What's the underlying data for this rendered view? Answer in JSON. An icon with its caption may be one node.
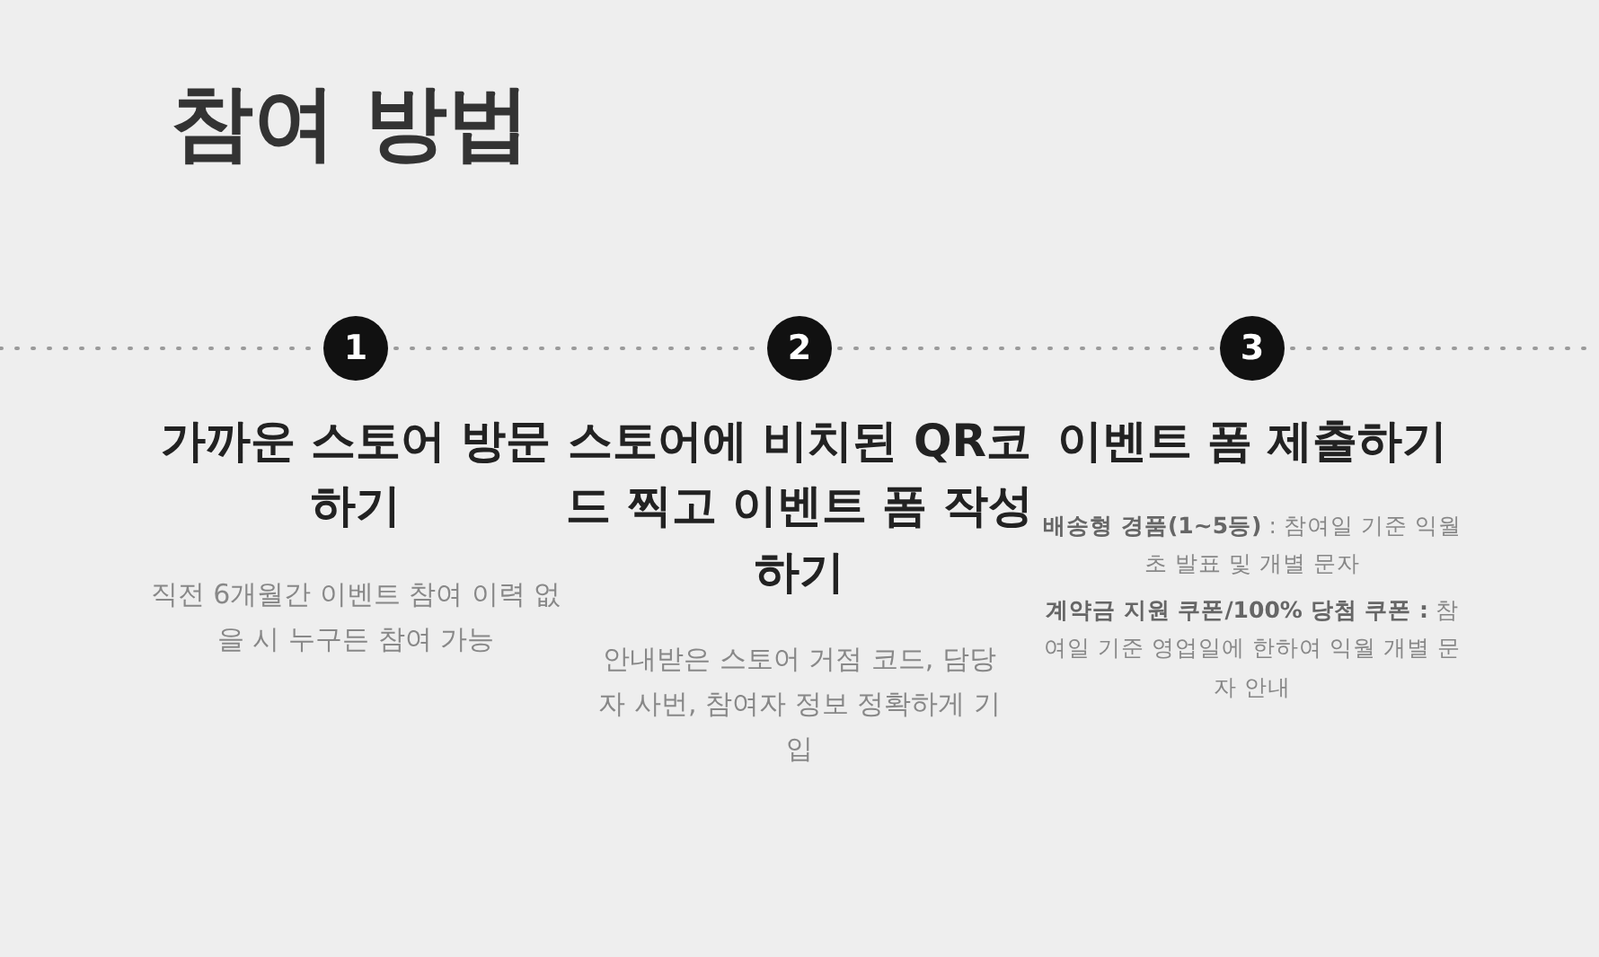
{
  "diagram": {
    "title": "참여 방법",
    "nodes": [
      {
        "text": [
          "1"
        ],
        "beside": [
          "가까운 스토어 방문하기",
          "직전 6개월간 이벤트 참여 이력 없을 시 누구든 참여 가능"
        ]
      },
      {
        "text": [
          "2"
        ],
        "beside": [
          "스토어에 비치된 QR코드 찍고 이벤트 폼 작성하기",
          "안내받은 스토어 거점 코드, 담당자 사번, 참여자 정보 정확하게 기입"
        ]
      },
      {
        "text": [
          "3"
        ],
        "beside": [
          "이벤트 폼 제출하기",
          "**배송형 경품(1~5등)** : 참여일 기준 익월 초 발표 및 개별 문자",
          "**계약금 지원 쿠폰/100% 당첨 쿠폰 :** 참여일 기준 영업일에 한하여 익월 개별 문자 안내"
        ]
      }
    ],
    "edges": [
      {
        "from": null,
        "to": 0,
        "arrow": "none",
        "style": "dashed"
      },
      {
        "from": 0,
        "to": 1,
        "arrow": "none",
        "style": "dashed"
      },
      {
        "from": 1,
        "to": 2,
        "arrow": "none",
        "style": "dashed"
      },
      {
        "from": 2,
        "to": null,
        "arrow": "none",
        "style": "dashed"
      }
    ]
  }
}
